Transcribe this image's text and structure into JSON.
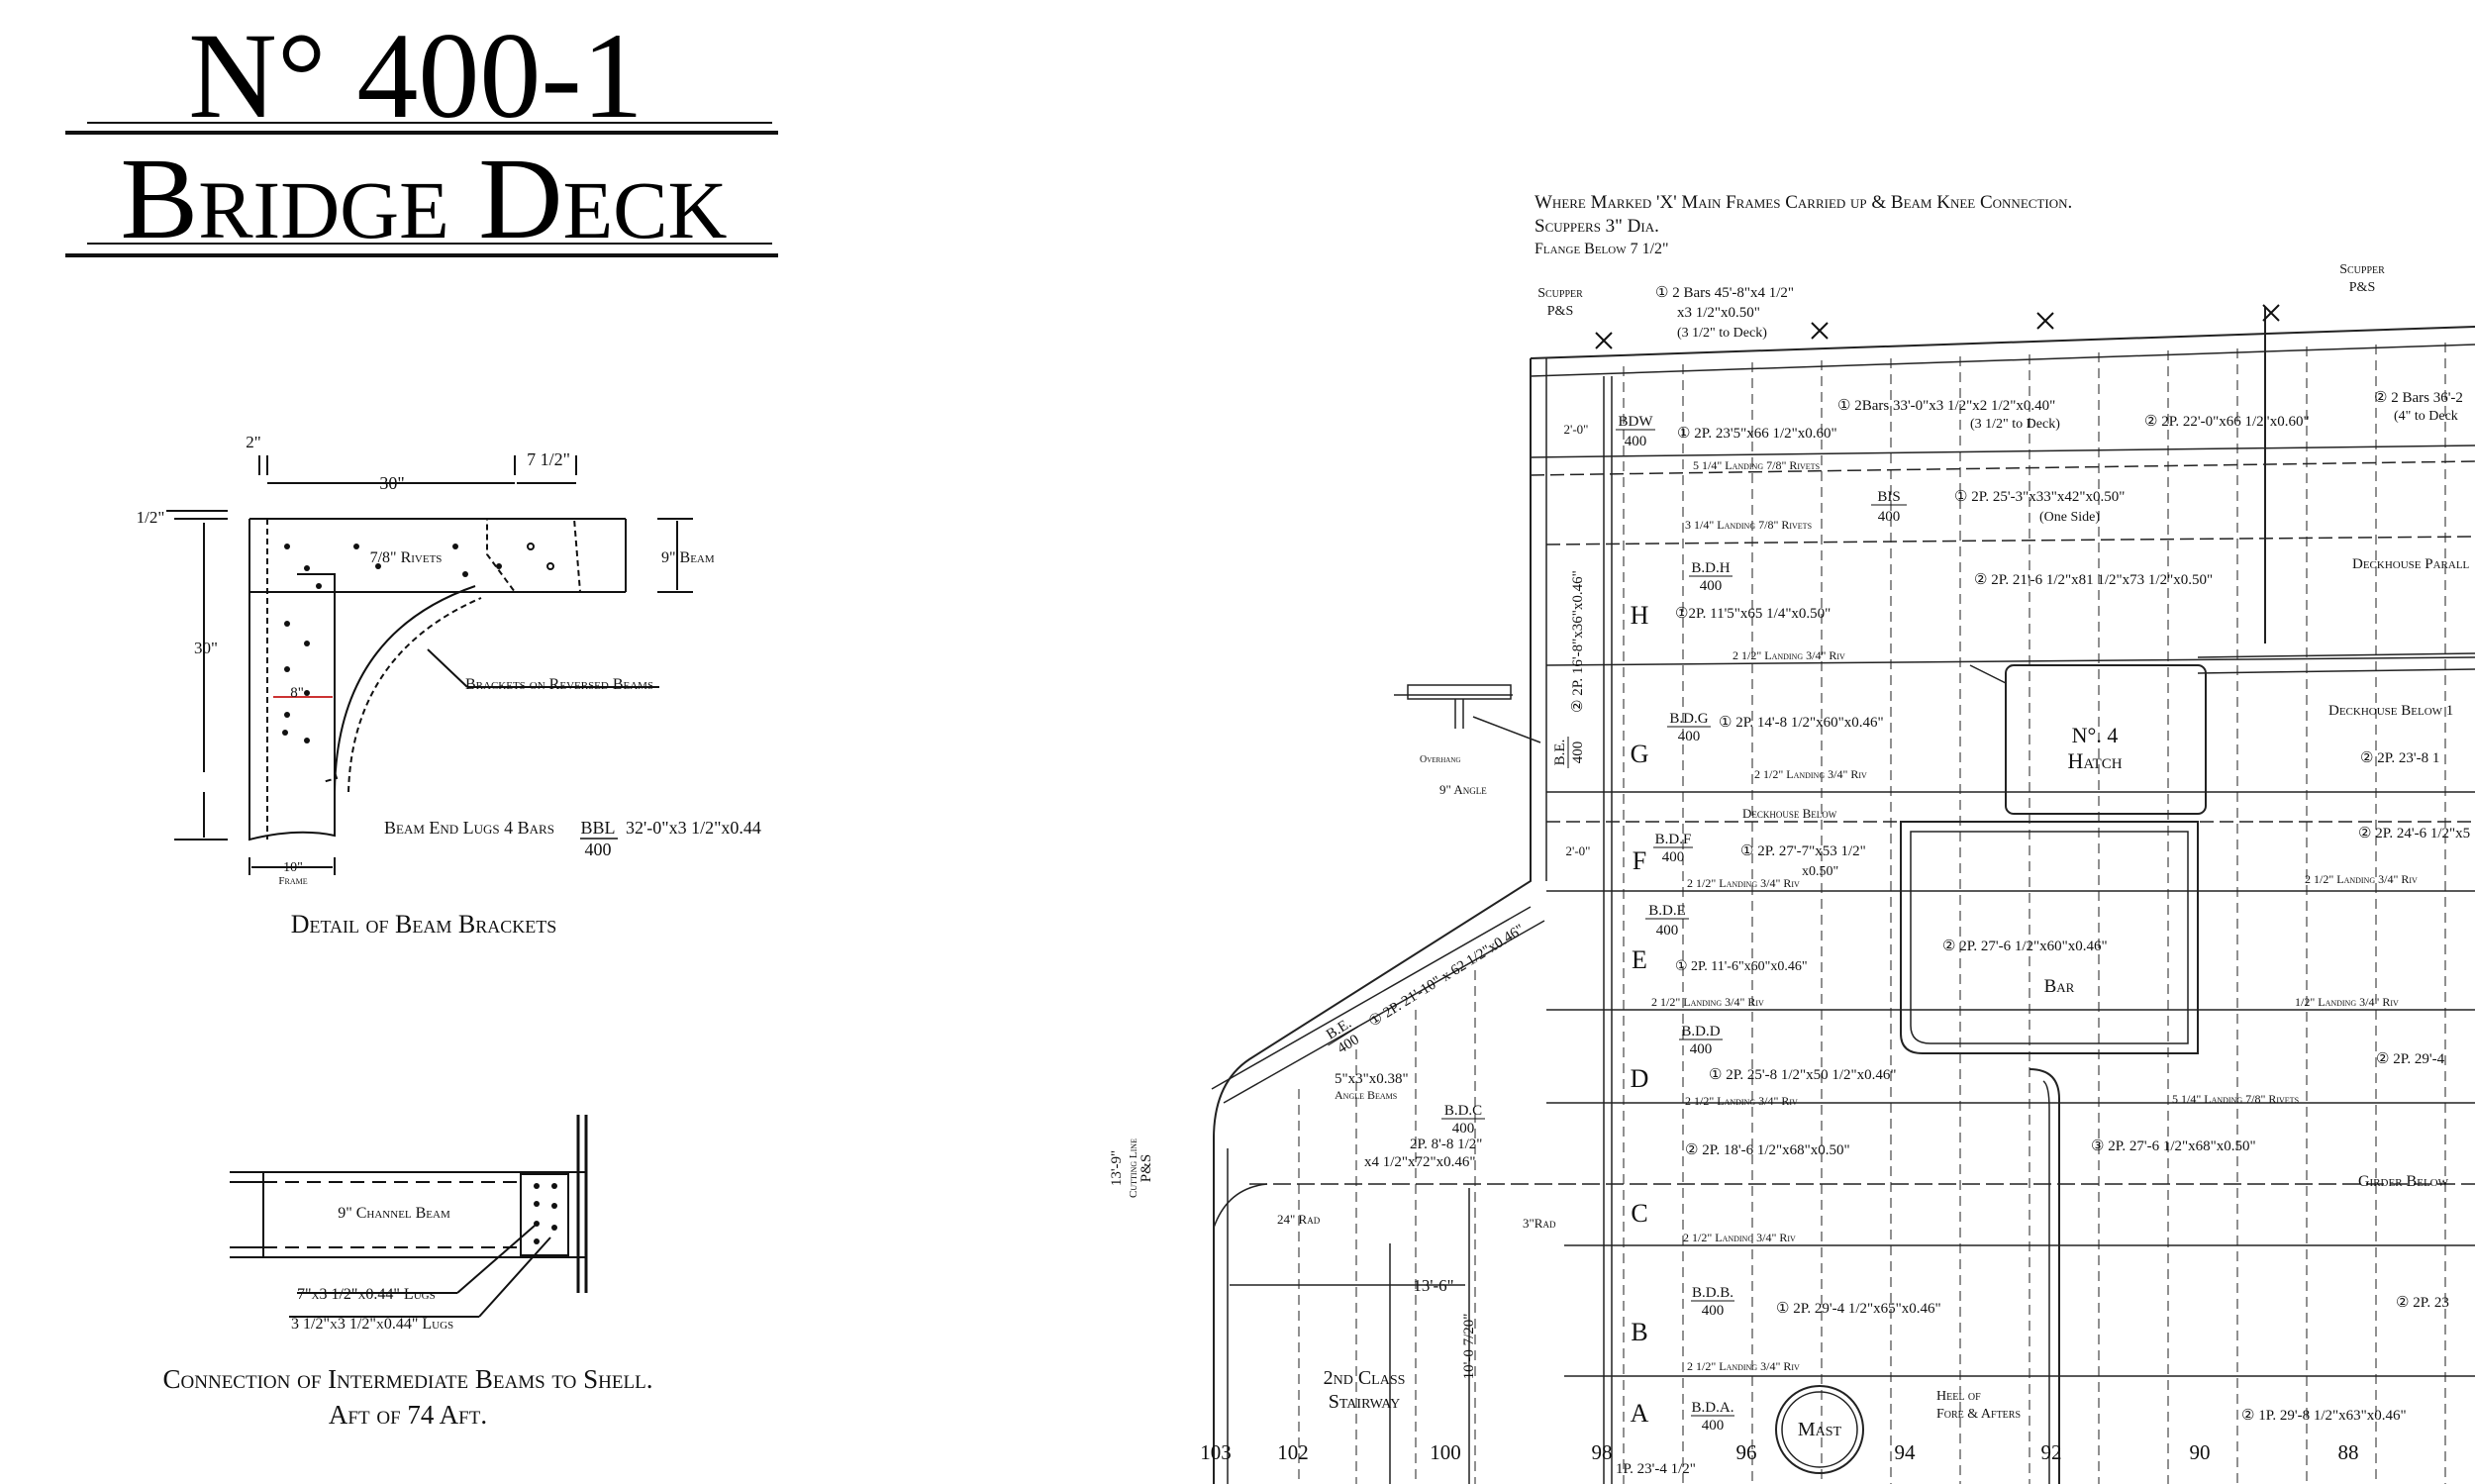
{
  "title": {
    "number": "N° 400-1",
    "name": "Bridge Deck"
  },
  "beam_bracket_detail": {
    "caption": "Detail of Beam Brackets",
    "dims": {
      "flange": "2\"",
      "width": "30\"",
      "height": "30\"",
      "top": "1/2\"",
      "right": "7 1/2\"",
      "beam": "9\" Beam",
      "gap": "8\"",
      "frame_w": "10\"",
      "frame_lbl": "Frame"
    },
    "rivets": "7/8\" Rivets",
    "brackets_note": "Brackets on Reversed Beams",
    "lugs_note": "Beam End Lugs 4 Bars",
    "lugs_frac": {
      "num": "BBL",
      "den": "400"
    },
    "lugs_size": "32'-0\"x3 1/2\"x0.44"
  },
  "intermediate_connection": {
    "channel": "9\" Channel Beam",
    "lug1": "7\"x3 1/2\"x0.44\" Lugs",
    "lug2": "3 1/2\"x3 1/2\"x0.44\" Lugs",
    "caption_line1": "Connection of Intermediate Beams to Shell.",
    "caption_line2": "Aft of 74 Aft."
  },
  "plan": {
    "notes": [
      "Where Marked 'X' Main Frames Carried up & Beam Knee Connection.",
      "Scuppers 3\" Dia.",
      "Flange Below 7 1/2\""
    ],
    "scupper_left": [
      "Scupper",
      "P&S"
    ],
    "scupper_right": [
      "Scupper",
      "P&S"
    ],
    "bars_top": [
      "① 2 Bars 45'-8\"x4 1/2\"",
      "x3 1/2\"x0.50\"",
      "(3 1/2\" to Deck)"
    ],
    "bars_mid": [
      "① 2Bars 33'-0\"x3 1/2\"x2 1/2\"x0.40\"",
      "(3 1/2\" to Deck)"
    ],
    "bars_right": [
      "② 2 Bars 36'-2",
      "(4\" to Deck"
    ],
    "hatch": [
      "N°. 4",
      "Hatch"
    ],
    "bar": "Bar",
    "mast": "Mast",
    "stair": [
      "2nd Class",
      "Stairway"
    ],
    "deckhouse_parallel": "Deckhouse Parall",
    "deckhouse_below_right": "Deckhouse Below 1",
    "deckhouse_below": "Deckhouse Below",
    "girder_below": "Girder Below",
    "heel": [
      "Heel of",
      "Fore & Afters"
    ],
    "angle_beams": [
      "5\"x3\"x0.38\"",
      "Angle Beams"
    ],
    "angle_detail": [
      "Overhang",
      "9\" Angle"
    ],
    "cutting_line": [
      "13'-9\"",
      "Cutting Line",
      "P&S"
    ],
    "dim_13_6": "13'-6\"",
    "dim_10_0": "10'-0 7/20\"",
    "dim_2_0a": "2'-0\"",
    "dim_2_0b": "2'-0\"",
    "rad_24": "24\" Rad",
    "rad_3": "3\"Rad",
    "row_labels": [
      "H",
      "G",
      "F",
      "E",
      "D",
      "C",
      "B",
      "A"
    ],
    "frames": [
      "103",
      "102",
      "100",
      "98",
      "96",
      "94",
      "92",
      "90",
      "88"
    ],
    "landings": [
      "5 1/4\" Landing 7/8\" Rivets",
      "3 1/4\" Landing 7/8\" Rivets",
      "2 1/2\" Landing 3/4\" Riv",
      "2 1/2\" Landing 3/4\" Riv",
      "2 1/2\" Landing 3/4\" Riv",
      "2 1/2\" Landing 3/4\" Riv",
      "2 1/2\" Landing 3/4\" Riv",
      "2 1/2\" Landing 3/4\" Riv",
      "2 1/2\" Landing 3/4\" Riv",
      "1/2\" Landing 3/4\" Riv",
      "2 1/2\" Landing 3/4\" Riv",
      "5 1/4\" Landing 7/8\" Rivets"
    ],
    "beams": [
      {
        "num": "BDW",
        "den": "400",
        "plate": "① 2P. 23'5\"x66 1/2\"x0.60\""
      },
      {
        "num": "BIS",
        "den": "400",
        "plate": "① 2P. 25'-3\"x33\"x42\"x0.50\"",
        "sub": "(One Side)"
      },
      {
        "num": "B.D.H",
        "den": "400",
        "plate": "①2P. 11'5\"x65 1/4\"x0.50\""
      },
      {
        "num": "B.D.G",
        "den": "400",
        "plate": "① 2P. 14'-8 1/2\"x60\"x0.46\""
      },
      {
        "num": "B.D.F",
        "den": "400",
        "plate": "① 2P. 27'-7\"x53 1/2\"",
        "sub": "x0.50\""
      },
      {
        "num": "B.D.E",
        "den": "400",
        "plate": "① 2P. 11'-6\"x60\"x0.46\""
      },
      {
        "num": "B.D.D",
        "den": "400",
        "plate": "① 2P. 25'-8 1/2\"x50 1/2\"x0.46\""
      },
      {
        "num": "B.D.C",
        "den": "400",
        "plate": "2P. 8'-8 1/2\"",
        "sub": "x4 1/2\"x72\"x0.46\""
      },
      {
        "num": "B.D.B.",
        "den": "400",
        "plate": "① 2P. 29'-4 1/2\"x65\"x0.46\""
      },
      {
        "num": "B.D.A.",
        "den": "400",
        "plate": "1P. 23'-4 1/2\""
      },
      {
        "num": "B.E.",
        "den": "400",
        "plate": "① 2P. 21'-10\" x 62 1/2\"x0.46\""
      },
      {
        "num": "B.E.",
        "den": "400",
        "plate": "② 2P. 16'-8\"x36\"x0.46\""
      }
    ],
    "plates_right": [
      "② 2P. 22'-0\"x66 1/2\"x0.60\"",
      "② 2P. 21'-6 1/2\"x81 1/2\"x73 1/2\"x0.50\"",
      "② 2P. 27'-6 1/2\"x60\"x0.46\"",
      "② 2P. 18'-6 1/2\"x68\"x0.50\"",
      "③ 2P. 27'-6 1/2\"x68\"x0.50\"",
      "② 2P. 23'-8 1",
      "② 2P. 24'-6 1/2\"x5",
      "② 2P. 29'-4",
      "② 2P. 23",
      "② 1P. 29'-8 1/2\"x63\"x0.46\""
    ]
  }
}
